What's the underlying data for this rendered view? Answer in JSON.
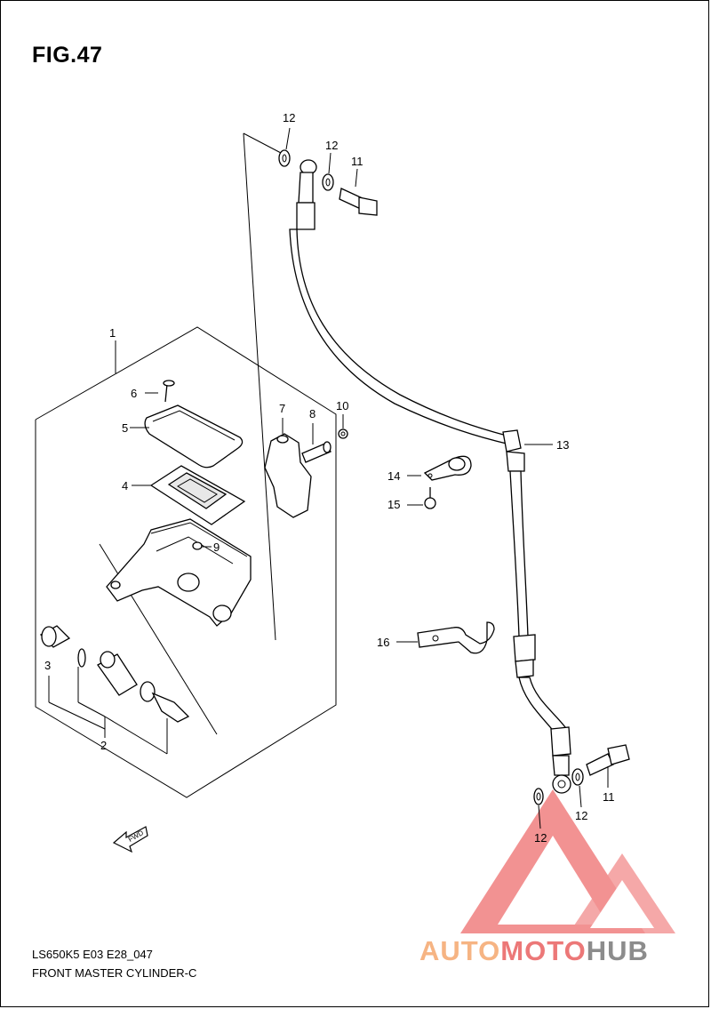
{
  "figure": {
    "title": "FIG.47",
    "code": "LS650K5 E03 E28_047",
    "caption": "FRONT MASTER CYLINDER-C"
  },
  "callouts": [
    {
      "id": "c1",
      "label": "1"
    },
    {
      "id": "c2",
      "label": "2"
    },
    {
      "id": "c3",
      "label": "3"
    },
    {
      "id": "c4",
      "label": "4"
    },
    {
      "id": "c5",
      "label": "5"
    },
    {
      "id": "c6",
      "label": "6"
    },
    {
      "id": "c7",
      "label": "7"
    },
    {
      "id": "c8",
      "label": "8"
    },
    {
      "id": "c9",
      "label": "9"
    },
    {
      "id": "c10",
      "label": "10"
    },
    {
      "id": "c11a",
      "label": "11"
    },
    {
      "id": "c11b",
      "label": "11"
    },
    {
      "id": "c12a",
      "label": "12"
    },
    {
      "id": "c12b",
      "label": "12"
    },
    {
      "id": "c12c",
      "label": "12"
    },
    {
      "id": "c12d",
      "label": "12"
    },
    {
      "id": "c13",
      "label": "13"
    },
    {
      "id": "c14",
      "label": "14"
    },
    {
      "id": "c15",
      "label": "15"
    },
    {
      "id": "c16",
      "label": "16"
    }
  ],
  "direction_marker": {
    "label": "FWD"
  },
  "watermark": {
    "part_a": "AUTO",
    "part_b": "MOTO",
    "part_c": "HUB",
    "colors": {
      "auto": "#f6b483",
      "moto": "#ec7878",
      "hub": "#8c8c8c",
      "logo": "#f08080"
    }
  }
}
